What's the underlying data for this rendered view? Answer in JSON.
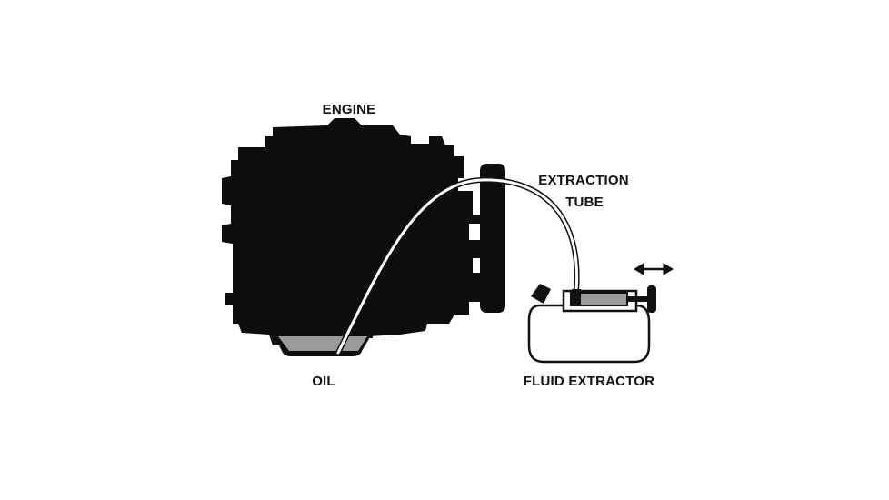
{
  "labels": {
    "engine": "ENGINE",
    "extraction_line1": "EXTRACTION",
    "extraction_line2": "TUBE",
    "oil": "OIL",
    "fluid_extractor": "FLUID EXTRACTOR"
  },
  "colors": {
    "engine": "#0d0d0d",
    "oil": "#9a9a9a",
    "outline": "#111111",
    "background": "#ffffff"
  },
  "icons": {
    "pump_direction": "double-arrow-icon"
  }
}
